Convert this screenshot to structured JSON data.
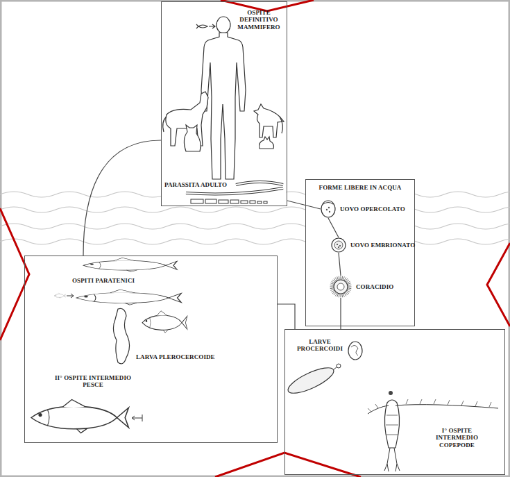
{
  "diagram": {
    "nodes": [
      {
        "text": [
          "OSPITE DEFINITIVO MAMMIFERO",
          "PARASSITA ADULTO"
        ]
      },
      {
        "text": [
          "FORME LIBERE IN ACQUA"
        ]
      },
      {
        "text": [
          "UOVO OPERCOLATO"
        ],
        "in": 1
      },
      {
        "text": [
          "UOVO EMBRIONATO"
        ],
        "in": 1
      },
      {
        "text": [
          "CORACIDIO"
        ],
        "in": 1
      },
      {
        "text": [
          "OSPITI PARATENICI",
          "LARVA PLEROCERCOIDE",
          "II° OSPITE INTERMEDIO PESCE"
        ]
      },
      {
        "text": [
          "LARVE PROCERCOIDI",
          "I° OSPITE INTERMEDIO COPEPODE"
        ]
      }
    ],
    "edges": [
      {
        "from": 0,
        "to": 2,
        "arrow": "none"
      },
      {
        "from": 2,
        "to": 3,
        "arrow": "none"
      },
      {
        "from": 3,
        "to": 4,
        "arrow": "none"
      },
      {
        "from": 4,
        "to": 6,
        "arrow": "none"
      },
      {
        "from": 6,
        "to": 5,
        "arrow": "none"
      },
      {
        "from": 5,
        "to": 0,
        "arrow": "none"
      }
    ]
  }
}
